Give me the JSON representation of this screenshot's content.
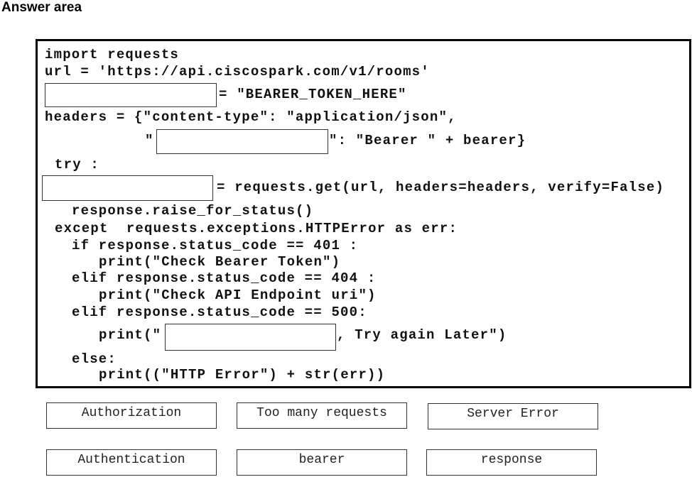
{
  "title": "Answer area",
  "code": {
    "l1": "import requests",
    "l2": "url = 'https://api.ciscospark.com/v1/rooms'",
    "l3": "= \"BEARER_TOKEN_HERE\"",
    "l4": "headers = {\"content-type\": \"application/json\",",
    "l5a": "\"",
    "l5b": "\": \"Bearer \" + bearer}",
    "l6": "try :",
    "l7": "= requests.get(url, headers=headers, verify=False)",
    "l8": "response.raise_for_status()",
    "l9": "except  requests.exceptions.HTTPError as err:",
    "l10": "if response.status_code == 401 :",
    "l11": "print(\"Check Bearer Token\")",
    "l12": "elif response.status_code == 404 :",
    "l13": "print(\"Check API Endpoint uri\")",
    "l14": "elif response.status_code == 500:",
    "l15a": "print(\"",
    "l15b": ", Try again Later\")",
    "l16": "else:",
    "l17": "print((\"HTTP Error\") + str(err))"
  },
  "choices": [
    "Authorization",
    "Too many requests",
    "Server Error",
    "Authentication",
    "bearer",
    "response"
  ]
}
